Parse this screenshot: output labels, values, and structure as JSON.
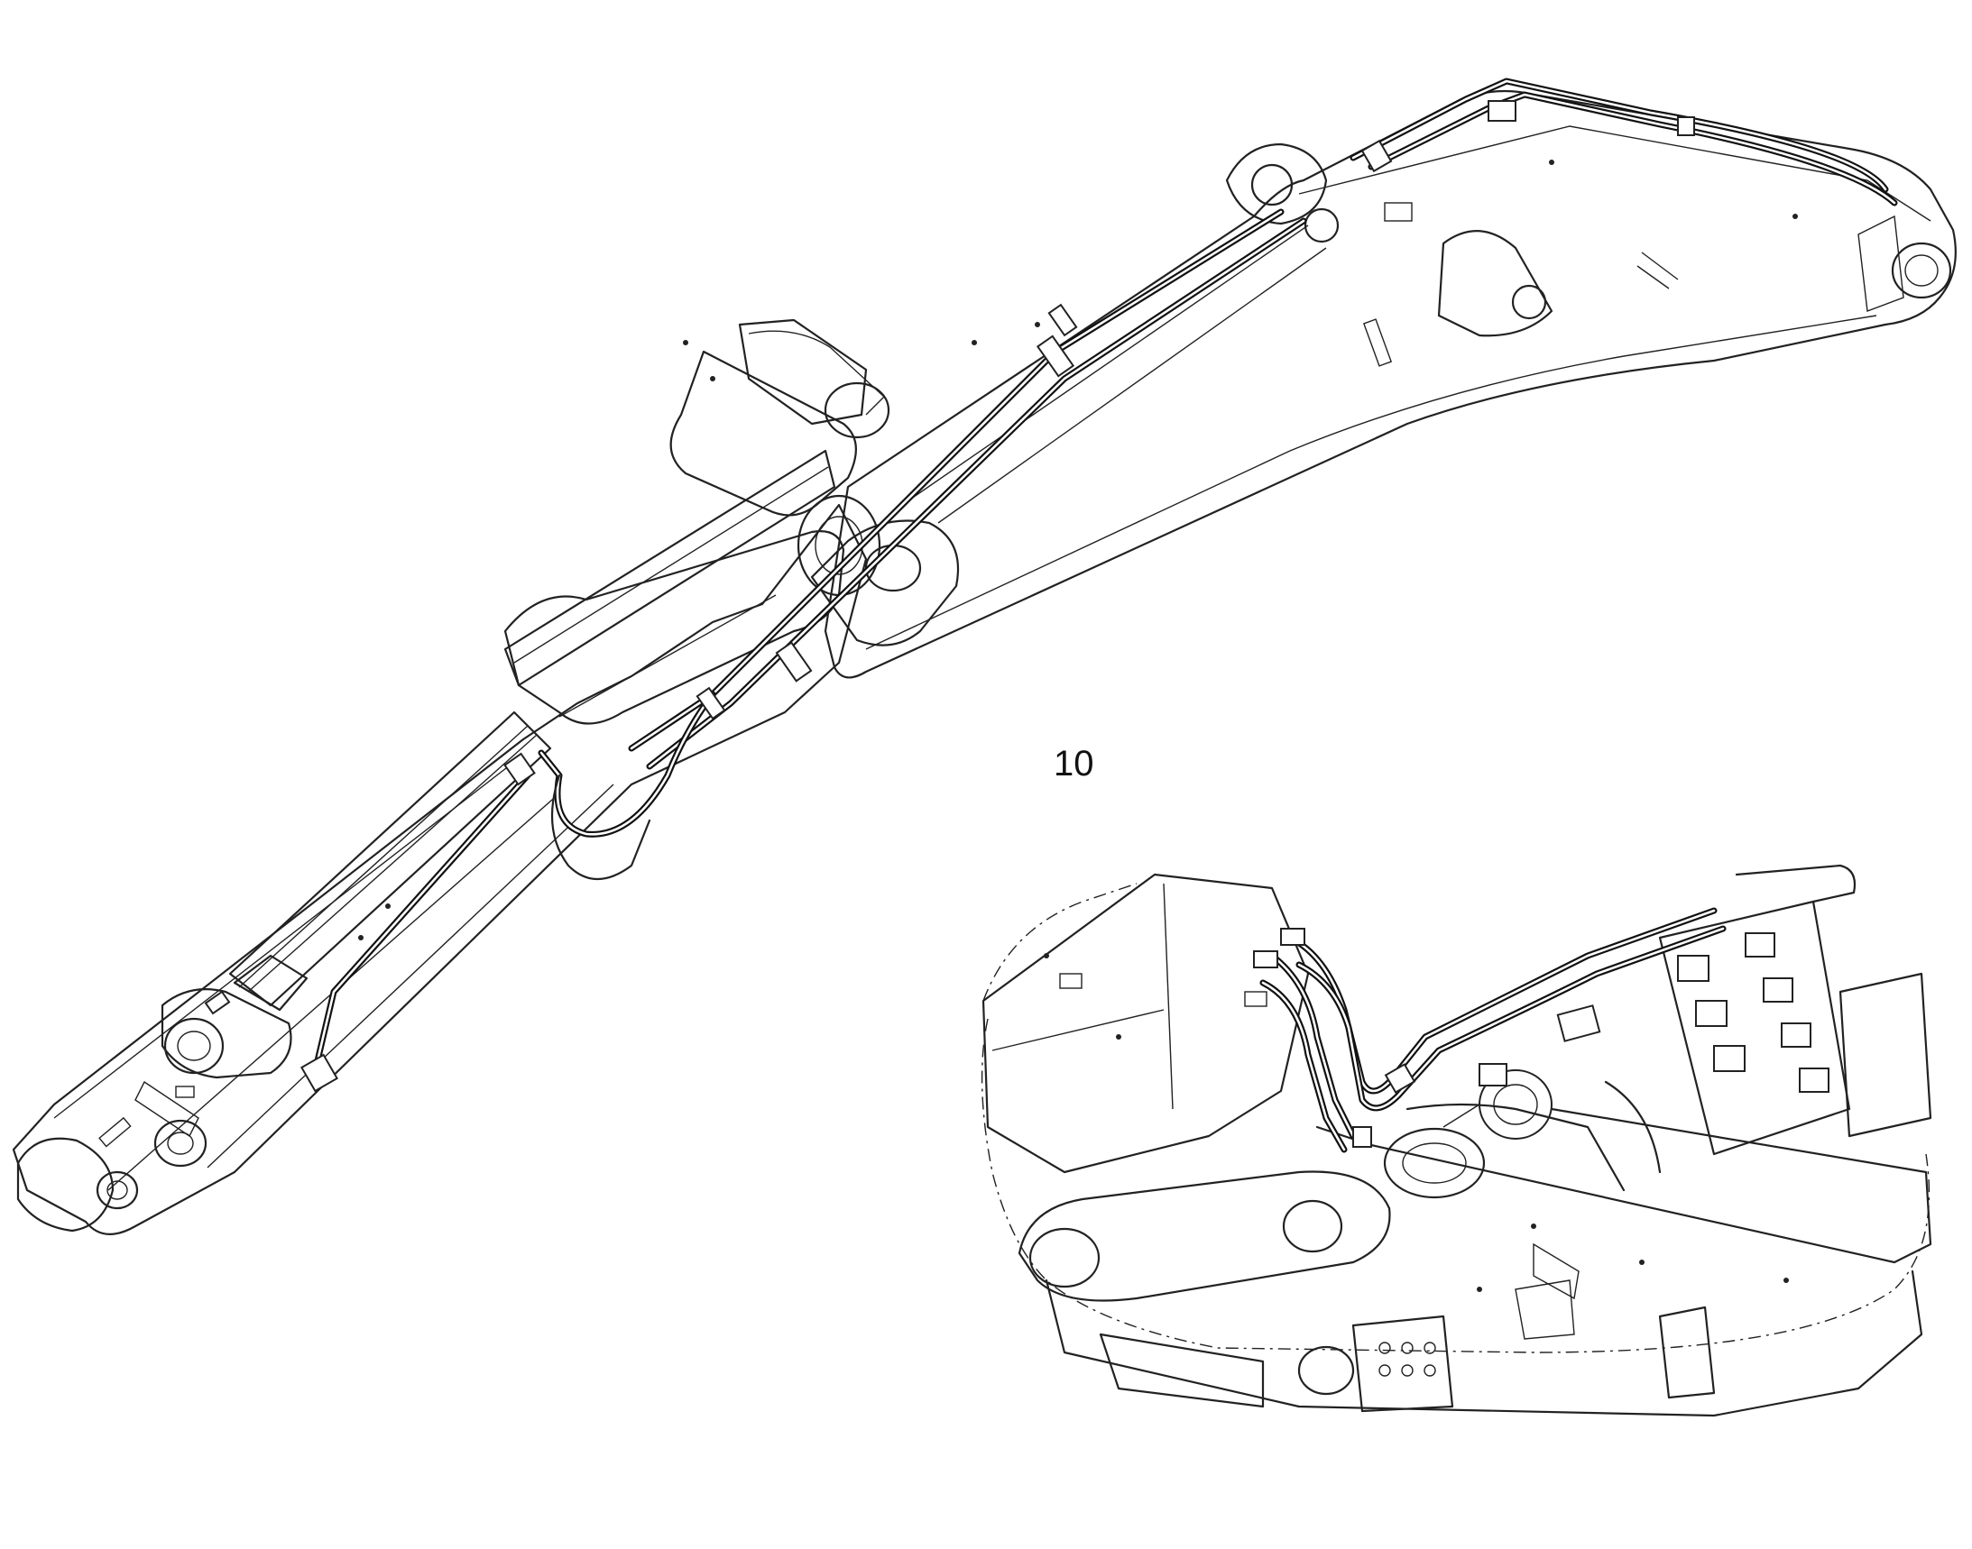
{
  "diagram": {
    "callout_label": "10",
    "line_color": "#222222",
    "background": "#ffffff",
    "components": [
      "boom",
      "arm",
      "arm-cylinder",
      "hydraulic-lines",
      "upper-frame-inset",
      "control-valve"
    ]
  }
}
